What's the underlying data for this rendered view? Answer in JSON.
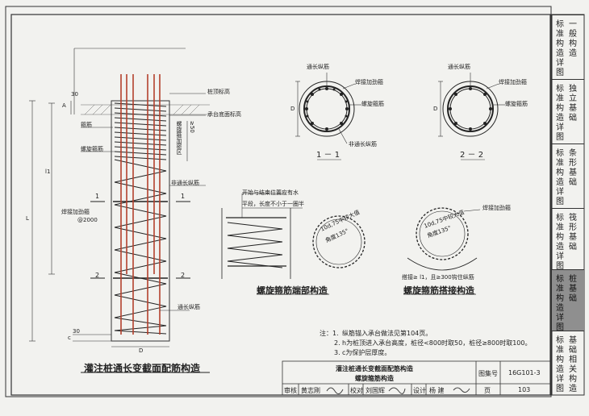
{
  "main_title": "灌注桩通长变截面配筋构造",
  "labels": {
    "pile_top_elev": "桩顶标高",
    "cap_bottom_elev": "承台底面标高",
    "stirrup_dense_zone": "螺旋箍加密区",
    "dim_50": "≥50",
    "a": "A",
    "d_top": "30",
    "stirrup": "箍筋",
    "spiral_stirrup": "螺旋箍筋",
    "non_through_bar": "非通长纵筋",
    "l1": "l1",
    "l": "L",
    "weld_ring_name": "焊接加劲箍",
    "weld_ring_spacing": "@2000",
    "sec1": "1",
    "sec2": "2",
    "through_bar": "通长纵筋",
    "c30": "c",
    "c30b": "30",
    "d_bottom": "D"
  },
  "section11": {
    "through_bar": "通长纵筋",
    "weld_ring": "焊接加劲箍",
    "spiral": "螺旋箍筋",
    "non_through": "非通长纵筋",
    "d": "D",
    "caption": "1 － 1"
  },
  "section22": {
    "through_bar": "通长纵筋",
    "weld_ring": "焊接加劲箍",
    "spiral": "螺旋箍筋",
    "d": "D",
    "caption": "2 － 2"
  },
  "end_detail": {
    "note1": "开始与结束位置应有水",
    "note2": "平段，长度不小于一圈半",
    "caption": "螺旋箍筋端部构造"
  },
  "lap_detail": {
    "circle1_text1": "10d,75中较大值",
    "circle1_text2": "角度135°",
    "circle2_text1": "10d,75中较大值",
    "circle2_text2": "角度135°",
    "weld_ring": "焊接加劲箍",
    "lap_note": "搭接≥ l1，且≥300钩住纵筋",
    "caption": "螺旋箍筋搭接构造"
  },
  "notes": {
    "head": "注：1.",
    "n1": "纵筋锚入承台做法见第104页。",
    "n2": "h为桩顶进入承台高度，桩径<800时取50，桩径≥800时取100。",
    "n3": "c为保护层厚度。"
  },
  "title_block": {
    "title1": "灌注桩通长变截面配筋构造",
    "title2": "螺旋箍筋构造",
    "atlas_label": "图集号",
    "atlas_no": "16G101-3",
    "review_label": "审核",
    "reviewer": "黄志刚",
    "check_label": "校对",
    "checker": "刘国辉",
    "design_label": "设计",
    "designer": "杨 建",
    "page_label": "页",
    "page_no": "103"
  },
  "side_tabs": [
    {
      "sub": "标准构造详图",
      "main": "一般构造"
    },
    {
      "sub": "标准构造详图",
      "main": "独立基础"
    },
    {
      "sub": "标准构造详图",
      "main": "条形基础"
    },
    {
      "sub": "标准构造详图",
      "main": "筏形基础"
    },
    {
      "sub": "标准构造详图",
      "main": "桩基础"
    },
    {
      "sub": "标准构造详图",
      "main": "基础相关构造"
    }
  ]
}
